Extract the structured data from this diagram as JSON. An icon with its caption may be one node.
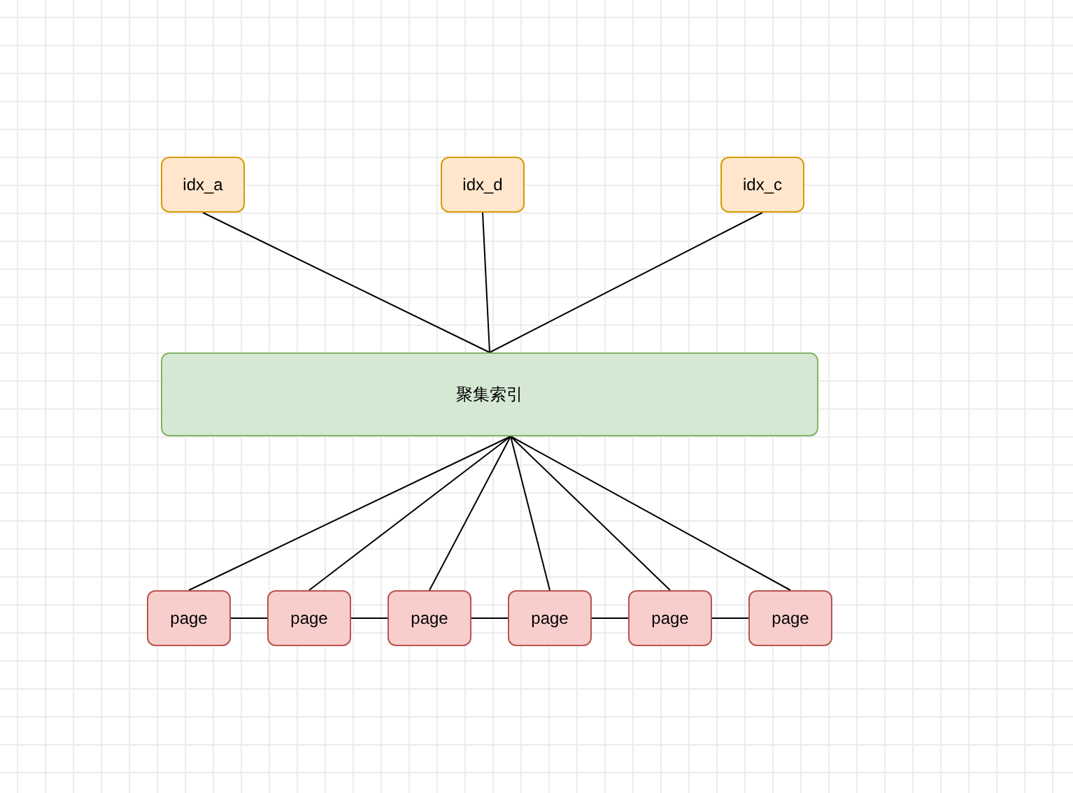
{
  "diagram": {
    "nodes": [
      {
        "text": [
          "idx_a"
        ]
      },
      {
        "text": [
          "idx_d"
        ]
      },
      {
        "text": [
          "idx_c"
        ]
      },
      {
        "text": [
          "聚集索引"
        ]
      },
      {
        "text": [
          "page"
        ]
      },
      {
        "text": [
          "page"
        ]
      },
      {
        "text": [
          "page"
        ]
      },
      {
        "text": [
          "page"
        ]
      },
      {
        "text": [
          "page"
        ]
      },
      {
        "text": [
          "page"
        ]
      }
    ],
    "edges": [
      {
        "from": 0,
        "to": 3,
        "arrow": "none"
      },
      {
        "from": 1,
        "to": 3,
        "arrow": "none"
      },
      {
        "from": 2,
        "to": 3,
        "arrow": "none"
      },
      {
        "from": 3,
        "to": 4,
        "arrow": "none"
      },
      {
        "from": 3,
        "to": 5,
        "arrow": "none"
      },
      {
        "from": 3,
        "to": 6,
        "arrow": "none"
      },
      {
        "from": 3,
        "to": 7,
        "arrow": "none"
      },
      {
        "from": 3,
        "to": 8,
        "arrow": "none"
      },
      {
        "from": 3,
        "to": 9,
        "arrow": "none"
      },
      {
        "from": 4,
        "to": 5,
        "arrow": "none"
      },
      {
        "from": 5,
        "to": 6,
        "arrow": "none"
      },
      {
        "from": 6,
        "to": 7,
        "arrow": "none"
      },
      {
        "from": 7,
        "to": 8,
        "arrow": "none"
      },
      {
        "from": 8,
        "to": 9,
        "arrow": "none"
      }
    ]
  }
}
